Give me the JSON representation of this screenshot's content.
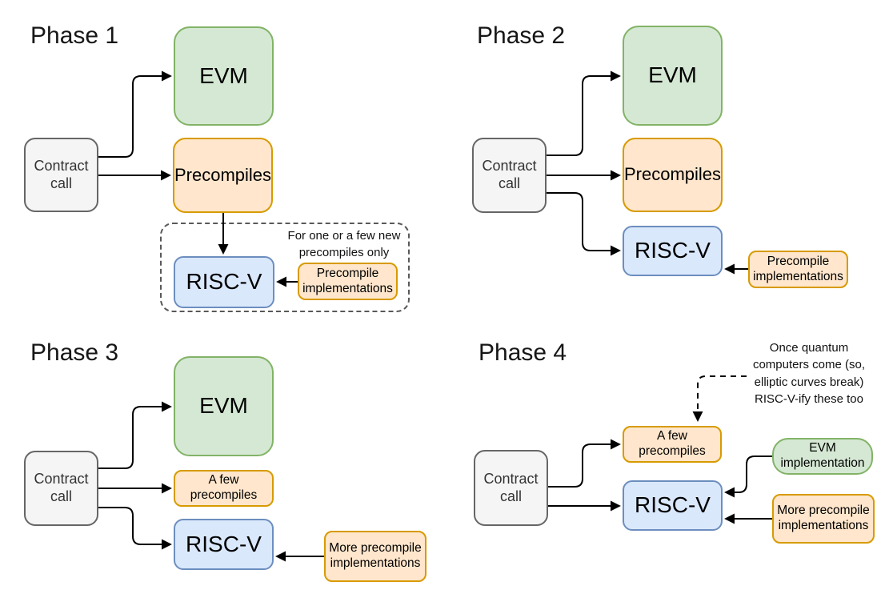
{
  "phases": [
    {
      "title": "Phase 1",
      "nodes": {
        "contract_call": "Contract call",
        "evm": "EVM",
        "precompiles": "Precompiles",
        "riscv": "RISC-V",
        "precompile_implementations": "Precompile implementations"
      },
      "note": "For one or a few new precompiles only",
      "edges": [
        {
          "from": "contract_call",
          "to": "evm",
          "style": "solid"
        },
        {
          "from": "contract_call",
          "to": "precompiles",
          "style": "solid"
        },
        {
          "from": "precompiles",
          "to": "riscv",
          "style": "solid"
        },
        {
          "from": "precompile_implementations",
          "to": "riscv",
          "style": "solid"
        }
      ]
    },
    {
      "title": "Phase 2",
      "nodes": {
        "contract_call": "Contract call",
        "evm": "EVM",
        "precompiles": "Precompiles",
        "riscv": "RISC-V",
        "precompile_implementations": "Precompile implementations"
      },
      "edges": [
        {
          "from": "contract_call",
          "to": "evm",
          "style": "solid"
        },
        {
          "from": "contract_call",
          "to": "precompiles",
          "style": "solid"
        },
        {
          "from": "contract_call",
          "to": "riscv",
          "style": "solid"
        },
        {
          "from": "precompile_implementations",
          "to": "riscv",
          "style": "solid"
        }
      ]
    },
    {
      "title": "Phase 3",
      "nodes": {
        "contract_call": "Contract call",
        "evm": "EVM",
        "a_few_precompiles": "A few precompiles",
        "riscv": "RISC-V",
        "more_precompile_implementations": "More precompile implementations"
      },
      "edges": [
        {
          "from": "contract_call",
          "to": "evm",
          "style": "solid"
        },
        {
          "from": "contract_call",
          "to": "a_few_precompiles",
          "style": "solid"
        },
        {
          "from": "contract_call",
          "to": "riscv",
          "style": "solid"
        },
        {
          "from": "more_precompile_implementations",
          "to": "riscv",
          "style": "solid"
        }
      ]
    },
    {
      "title": "Phase 4",
      "nodes": {
        "contract_call": "Contract call",
        "a_few_precompiles": "A few precompiles",
        "riscv": "RISC-V",
        "evm_implementation": "EVM implementation",
        "more_precompile_implementations": "More precompile implementations"
      },
      "note": "Once quantum computers come (so, elliptic curves break) RISC-V-ify these too",
      "edges": [
        {
          "from": "contract_call",
          "to": "a_few_precompiles",
          "style": "solid"
        },
        {
          "from": "contract_call",
          "to": "riscv",
          "style": "solid"
        },
        {
          "from": "evm_implementation",
          "to": "riscv",
          "style": "solid"
        },
        {
          "from": "more_precompile_implementations",
          "to": "riscv",
          "style": "solid"
        },
        {
          "from": "quantum_note",
          "to": "a_few_precompiles",
          "style": "dashed"
        }
      ]
    }
  ],
  "colors": {
    "background": "#ffffff",
    "evm_fill": "#d5e8d4",
    "evm_stroke": "#82b366",
    "precompile_fill": "#ffe6cc",
    "precompile_stroke": "#d79b00",
    "riscv_fill": "#dae8fc",
    "riscv_stroke": "#6c8ebf",
    "contract_fill": "#f5f5f5",
    "contract_stroke": "#666666",
    "arrow": "#000000",
    "scope_dash": "#595959"
  }
}
